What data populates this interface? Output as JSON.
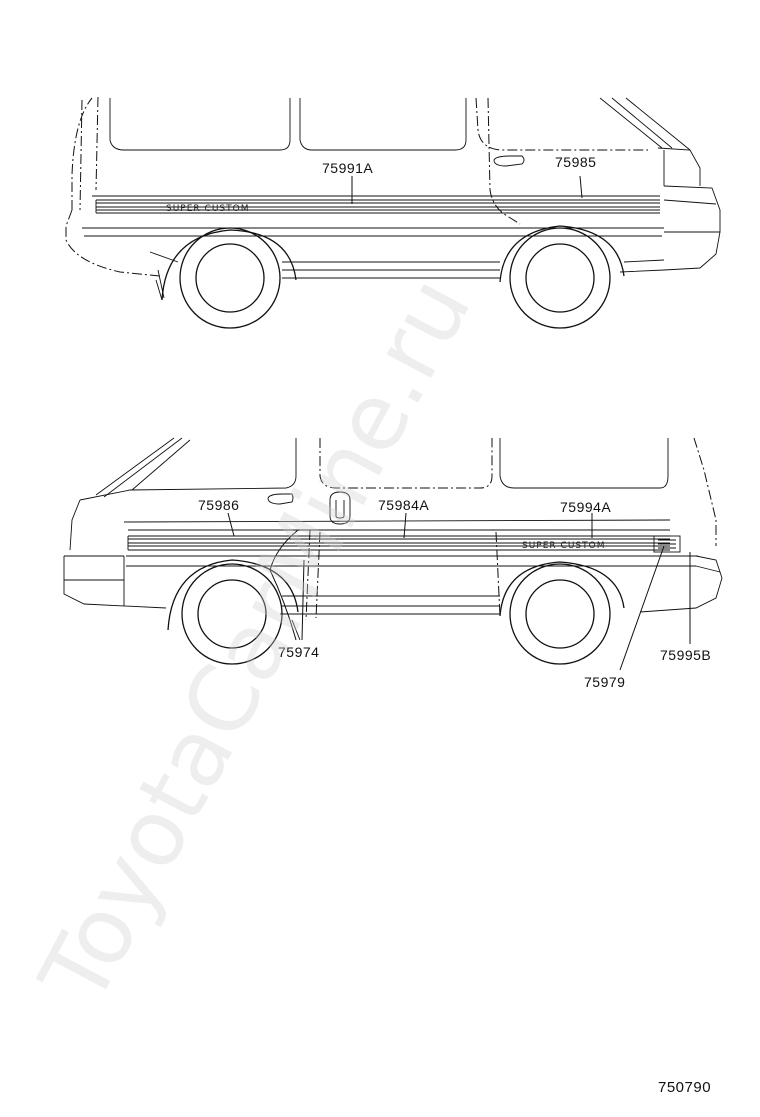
{
  "watermark": "ToyotaCarMine.ru",
  "figure_number": "750790",
  "upper_view": {
    "emblem_text": "SUPER CUSTOM",
    "callouts": [
      {
        "id": "u1",
        "label": "75991A"
      },
      {
        "id": "u2",
        "label": "75985"
      }
    ]
  },
  "lower_view": {
    "emblem_text": "SUPER CUSTOM",
    "callouts": [
      {
        "id": "l1",
        "label": "75986"
      },
      {
        "id": "l2",
        "label": "75984A"
      },
      {
        "id": "l3",
        "label": "75994A"
      },
      {
        "id": "l4",
        "label": "75974"
      },
      {
        "id": "l5",
        "label": "75979"
      },
      {
        "id": "l6",
        "label": "75995B"
      }
    ]
  }
}
